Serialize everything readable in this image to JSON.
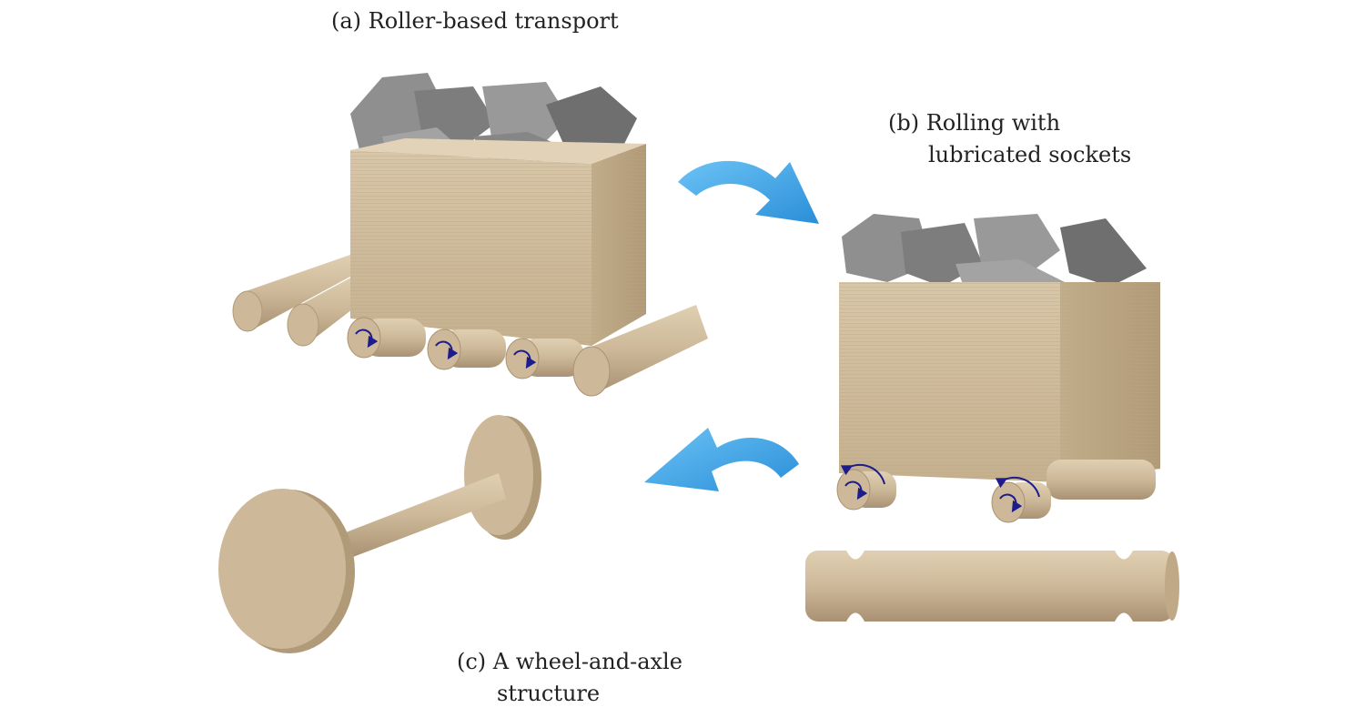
{
  "captions": {
    "a": "(a) Roller-based transport",
    "b_line1": "(b) Rolling with",
    "b_line2": "lubricated sockets",
    "c_line1": "(c) A wheel-and-axle",
    "c_line2": "structure"
  },
  "colors": {
    "wood": "#cdb99a",
    "wood_dark": "#b8a280",
    "wood_light": "#ddcbae",
    "rock": "#8e8e8e",
    "rock_dark": "#6e6e6e",
    "arrow": "#3aa6ea",
    "rotation_marker": "#1c1c8c"
  }
}
